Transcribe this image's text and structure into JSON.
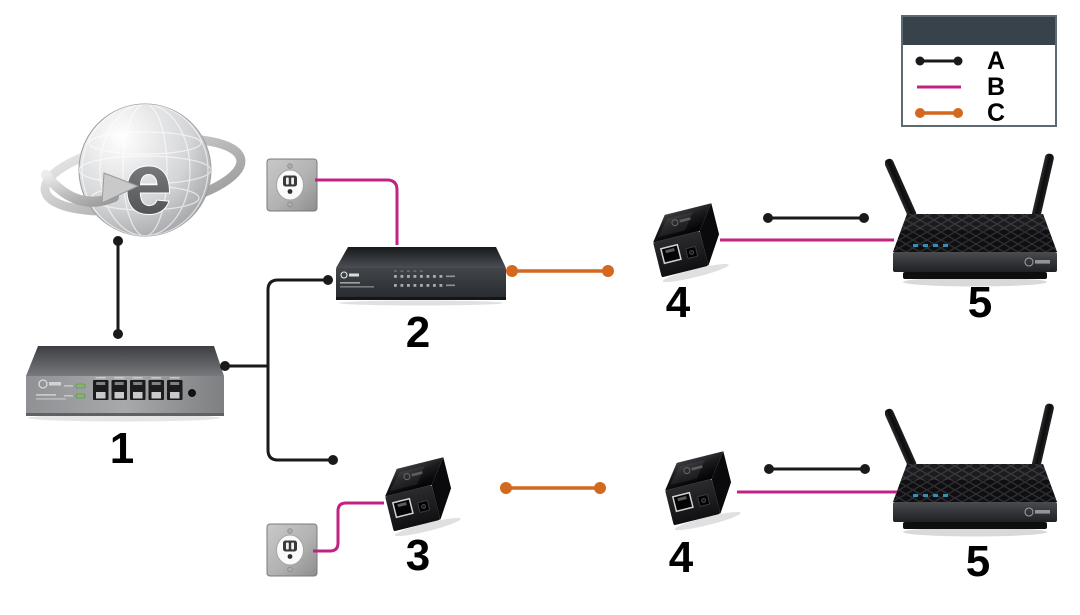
{
  "legend": {
    "items": [
      {
        "label": "A",
        "line_style": "black line with round endpoints"
      },
      {
        "label": "B",
        "line_style": "magenta line"
      },
      {
        "label": "C",
        "line_style": "orange line with round endpoints"
      }
    ]
  },
  "device_labels": {
    "router": "1",
    "poe_switch": "2",
    "poe_injector": "3",
    "poe_splitter_top": "4",
    "poe_splitter_bottom": "4",
    "access_point_top": "5",
    "access_point_bottom": "5"
  },
  "internet_globe": {
    "letter": "e"
  },
  "colors": {
    "black-line": "#1a1a1a",
    "magenta-line": "#c02383",
    "orange-line": "#d2691e",
    "legend-header": "#37424a",
    "legend-border": "#5e6a72"
  }
}
